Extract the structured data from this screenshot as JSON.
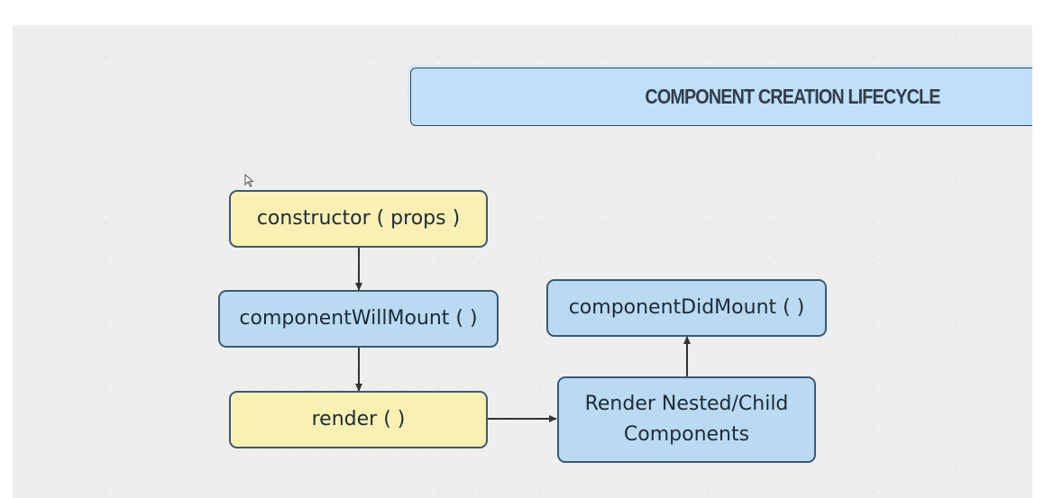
{
  "diagram": {
    "title": "COMPONENT CREATION LIFECYCLE",
    "nodes": {
      "constructor": "constructor ( props )",
      "will_mount": "componentWillMount ( )",
      "render": "render ( )",
      "render_nested": "Render Nested/Child\nComponents",
      "did_mount": "componentDidMount ( )"
    },
    "colors": {
      "yellow_fill": "#faf0b2",
      "blue_fill": "#b9daf0",
      "border": "#39597a",
      "title_fill": "#bfe0f7",
      "arrow": "#333333"
    }
  }
}
